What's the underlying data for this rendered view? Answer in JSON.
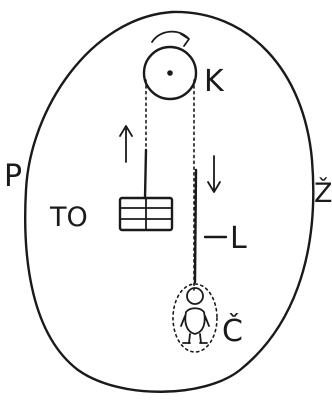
{
  "diagram": {
    "labels": {
      "P": "P",
      "K": "K",
      "TO": "TO",
      "L": "L",
      "C": "Č",
      "Z": "Ž"
    }
  }
}
